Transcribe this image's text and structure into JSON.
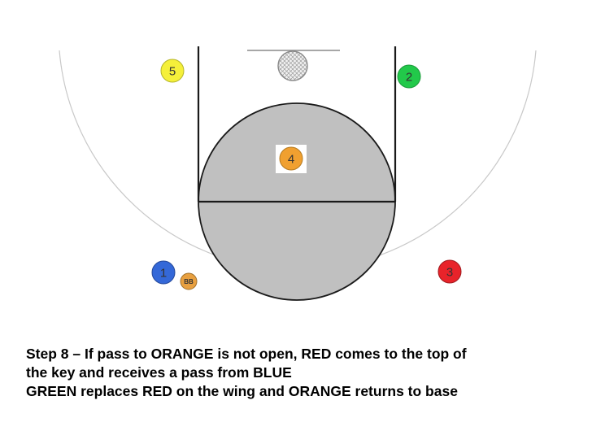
{
  "colors": {
    "orange": "#f0a030",
    "red": "#e8232a",
    "blue": "#3468d8",
    "green": "#22c94a",
    "yellow": "#f5f03a",
    "key_fill": "#c0c0c0",
    "ball": "#e8a040"
  },
  "players": [
    {
      "id": "p1",
      "label": "1",
      "color": "blue"
    },
    {
      "id": "p2",
      "label": "2",
      "color": "green"
    },
    {
      "id": "p3",
      "label": "3",
      "color": "red"
    },
    {
      "id": "p4",
      "label": "4",
      "color": "orange"
    },
    {
      "id": "p5",
      "label": "5",
      "color": "yellow"
    }
  ],
  "ball": {
    "label": "BB",
    "held_by": "1"
  },
  "caption": {
    "line1": "Step 8 – If pass to ORANGE is not open, RED comes to the top of",
    "line2": "the key and receives a pass from BLUE",
    "line3": "GREEN replaces RED on the wing and ORANGE returns to base"
  }
}
